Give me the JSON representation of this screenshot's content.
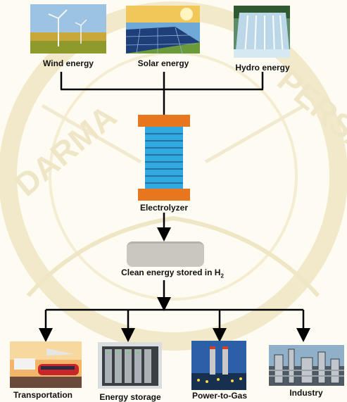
{
  "watermark_text": "DARMA PERSADA",
  "sources": {
    "wind": "Wind energy",
    "solar": "Solar energy",
    "hydro": "Hydro energy"
  },
  "electrolyzer_label": "Electrolyzer",
  "storage": {
    "label": "Clean energy stored in H",
    "subscript": "2"
  },
  "uses": {
    "transportation": "Transportation",
    "energy_storage": "Energy storage",
    "power_to_gas": "Power-to-Gas",
    "industry": "Industry"
  },
  "colors": {
    "electrolyzer_cap": "#e8761e",
    "electrolyzer_body": "#2fa9e0",
    "storage_tank": "#c9c7c0",
    "line": "#000000"
  }
}
